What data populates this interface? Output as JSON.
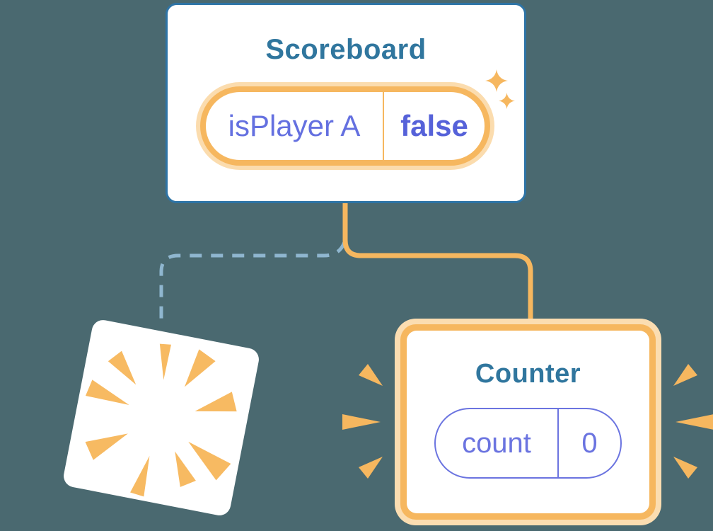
{
  "canvas": {
    "background": "#4a6970"
  },
  "scoreboard": {
    "title": "Scoreboard",
    "pill": {
      "label": "isPlayer A",
      "value": "false"
    }
  },
  "counter": {
    "title": "Counter",
    "pill": {
      "label": "count",
      "value": "0"
    }
  },
  "icons": {
    "sparkle_large": "sparkle-icon",
    "sparkle_small": "sparkle-icon",
    "explosion": "explosion-burst-icon",
    "emphasis_left": "burst-rays-left-icon",
    "emphasis_right": "burst-rays-right-icon"
  },
  "colors": {
    "background": "#4a6970",
    "card_border_blue": "#2e74a6",
    "title_blue": "#30769e",
    "highlight_orange": "#f6b75f",
    "highlight_glow": "#fbdcae",
    "state_purple": "#6470e0",
    "state_purple_bold": "#5662d9",
    "removed_line_blue": "#8fb6cf",
    "card_white": "#ffffff"
  }
}
